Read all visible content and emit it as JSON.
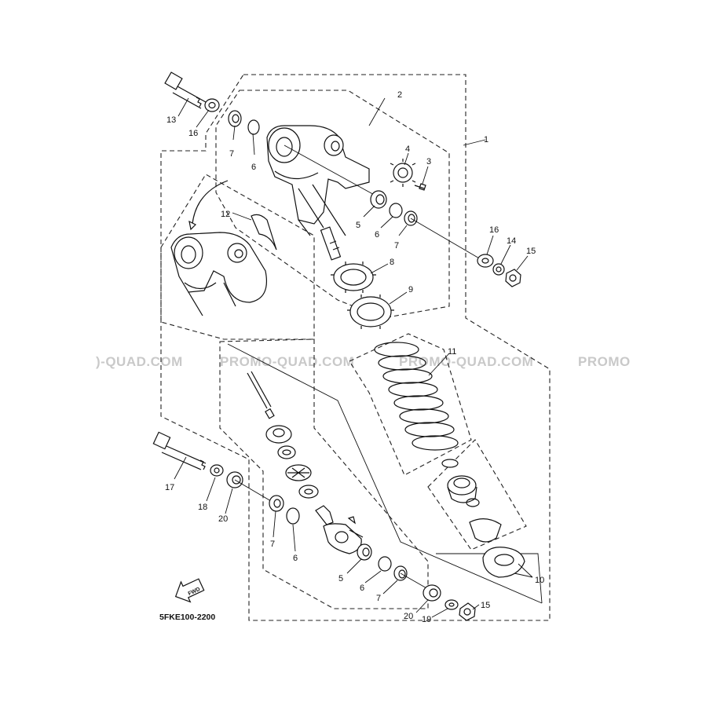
{
  "diagram_code": "5FKE100-2200",
  "fwd_label": "FWD",
  "watermarks": [
    ")-QUAD.COM",
    "PROMO-QUAD.COM",
    "PROMO-QUAD.COM",
    "PROMO"
  ],
  "callouts": {
    "c1": "1",
    "c2": "2",
    "c3": "3",
    "c4": "4",
    "c5a": "5",
    "c5b": "5",
    "c6a": "6",
    "c6b": "6",
    "c6c": "6",
    "c6d": "6",
    "c7a": "7",
    "c7b": "7",
    "c7c": "7",
    "c7d": "7",
    "c8": "8",
    "c9": "9",
    "c10": "10",
    "c11": "11",
    "c12": "12",
    "c13": "13",
    "c14": "14",
    "c15a": "15",
    "c15b": "15",
    "c16a": "16",
    "c16b": "16",
    "c17": "17",
    "c18": "18",
    "c19": "19",
    "c20a": "20",
    "c20b": "20"
  }
}
